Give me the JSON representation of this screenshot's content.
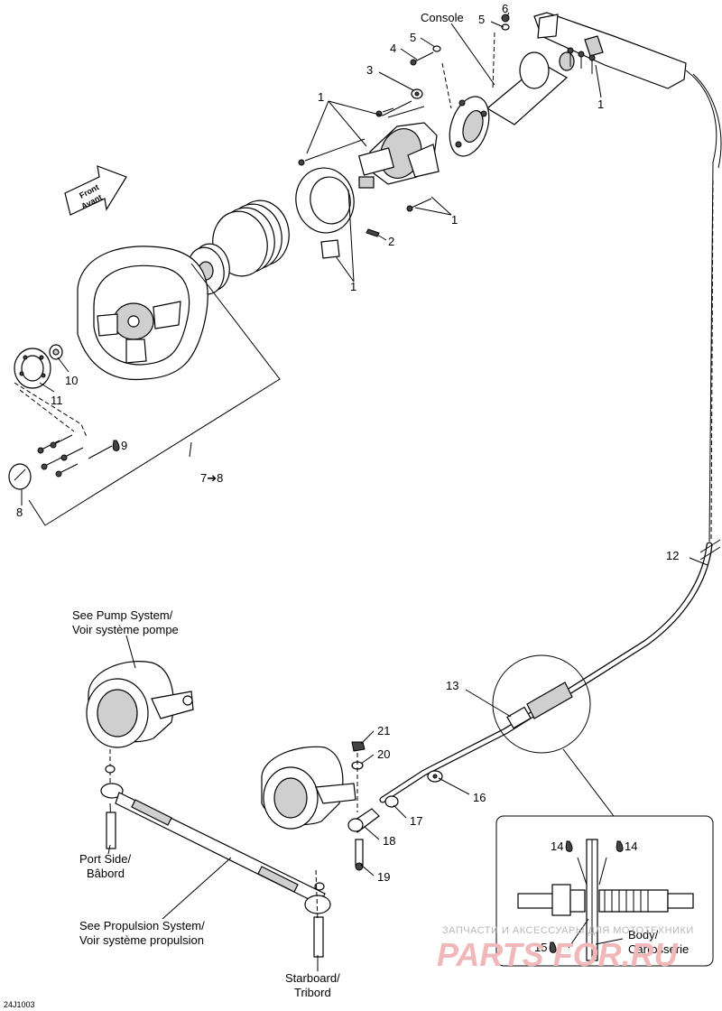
{
  "labels": {
    "console": "Console",
    "n1": "1",
    "n2": "2",
    "n3": "3",
    "n4": "4",
    "n5": "5",
    "n6": "6",
    "n7_8": "7➔8",
    "n8": "8",
    "n9": "9",
    "n10": "10",
    "n11": "11",
    "n12": "12",
    "n13": "13",
    "n14": "14",
    "n15": "15",
    "n16": "16",
    "n17": "17",
    "n18": "18",
    "n19": "19",
    "n20": "20",
    "n21": "21",
    "front_1": "Front",
    "front_2": "Avant",
    "pump_1": "See Pump System/",
    "pump_2": "Voir système pompe",
    "port_1": "Port Side/",
    "port_2": "Bâbord",
    "propulsion_1": "See Propulsion System/",
    "propulsion_2": "Voir système propulsion",
    "starboard_1": "Starboard/",
    "starboard_2": "Tribord",
    "body_1": "Body/",
    "body_2": "Carrosserie",
    "diagram_code": "24J1003"
  },
  "watermark": {
    "line1": "ЗАПЧАСТИ И АКСЕССУАРЫ ДЛЯ МОТОТЕХНИКИ",
    "line2": "PARTS FOR.RU"
  },
  "icons": {
    "drop": "drop-icon",
    "arrow": "arrow-right-icon"
  },
  "colors": {
    "line": "#000000",
    "watermark": "#f0b8b8"
  }
}
